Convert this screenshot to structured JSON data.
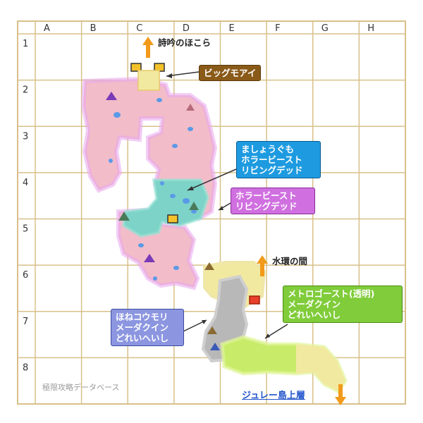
{
  "grid": {
    "columns": [
      "A",
      "B",
      "C",
      "D",
      "E",
      "F",
      "G",
      "H"
    ],
    "rows": [
      "1",
      "2",
      "3",
      "4",
      "5",
      "6",
      "7",
      "8"
    ]
  },
  "labels": {
    "shrine": "詩吟のほこら",
    "chest_monster": "ビッグモアイ",
    "teal_area_monsters": "ましょうぐも\nホラービースト\nリビングデッド",
    "right_area_monsters": "ホラービースト\nリビングデッド",
    "water_ring": "水環の間",
    "green_area_monsters": "メトロゴースト(透明)\nメーダクイン\nどれいへいし",
    "gray_area_monsters": "ほねコウモリ\nメーダクイン\nどれいへいし"
  },
  "watermark": "極限攻略データベース",
  "exit_link": "ジュレー島上層",
  "colors": {
    "grid_line": "#d8c08a",
    "header_text": "#333333",
    "pink_area": "#f2bcc9",
    "teal_area": "#7dd3c8",
    "gray_area": "#b8b8b8",
    "yellow_area": "#f2e9a0",
    "green_area": "#c8ec6a",
    "brown_box": "#8a5a18",
    "blue_box": "#1e9be0",
    "magenta_box": "#d070e0",
    "green_box": "#80cc3a",
    "periwinkle_box": "#8c96e0",
    "arrow_orange": "#f29a1a",
    "link_blue": "#2255cc"
  }
}
